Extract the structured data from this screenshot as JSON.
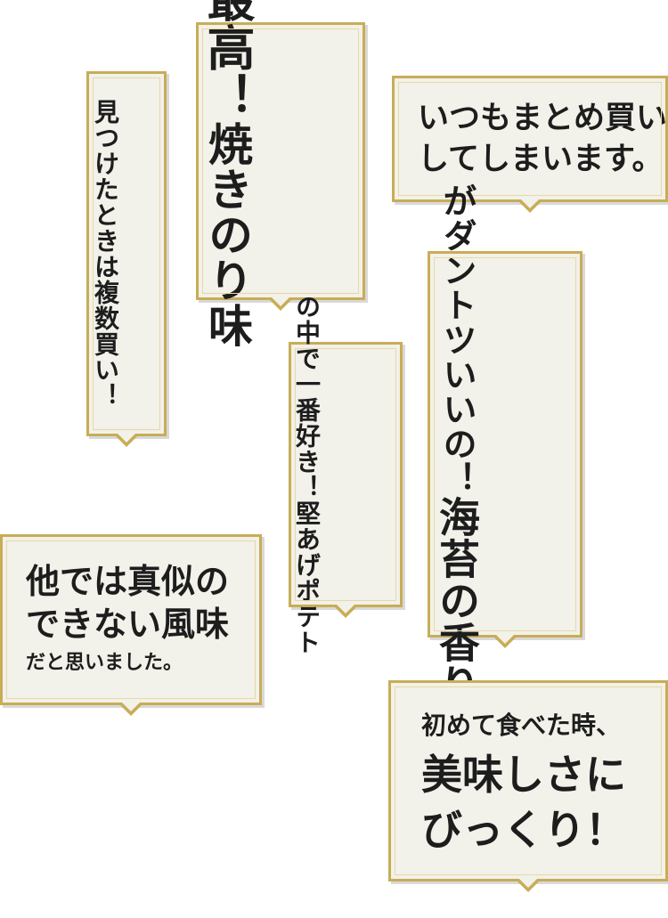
{
  "palette": {
    "background": "#ffffff",
    "card_fill": "#f2f1ea",
    "card_border": "#c8ad57",
    "text": "#1d1d1d"
  },
  "bubbles": [
    {
      "lines": [
        "焼きのり味",
        "最高！"
      ]
    },
    {
      "lines": [
        "見つけたときは複数買い！"
      ]
    },
    {
      "lines": [
        "いつもまとめ買い",
        "してしまいます。"
      ]
    },
    {
      "lines": [
        "海苔の香り",
        "がダントツいいの！"
      ]
    },
    {
      "lines": [
        "堅あげポテト",
        "の中で一番好き！"
      ]
    },
    {
      "lines": [
        "他では真似の",
        "できない風味",
        "だと思いました。"
      ]
    },
    {
      "lines": [
        "初めて食べた時、",
        "美味しさに",
        "びっくり！"
      ]
    }
  ]
}
